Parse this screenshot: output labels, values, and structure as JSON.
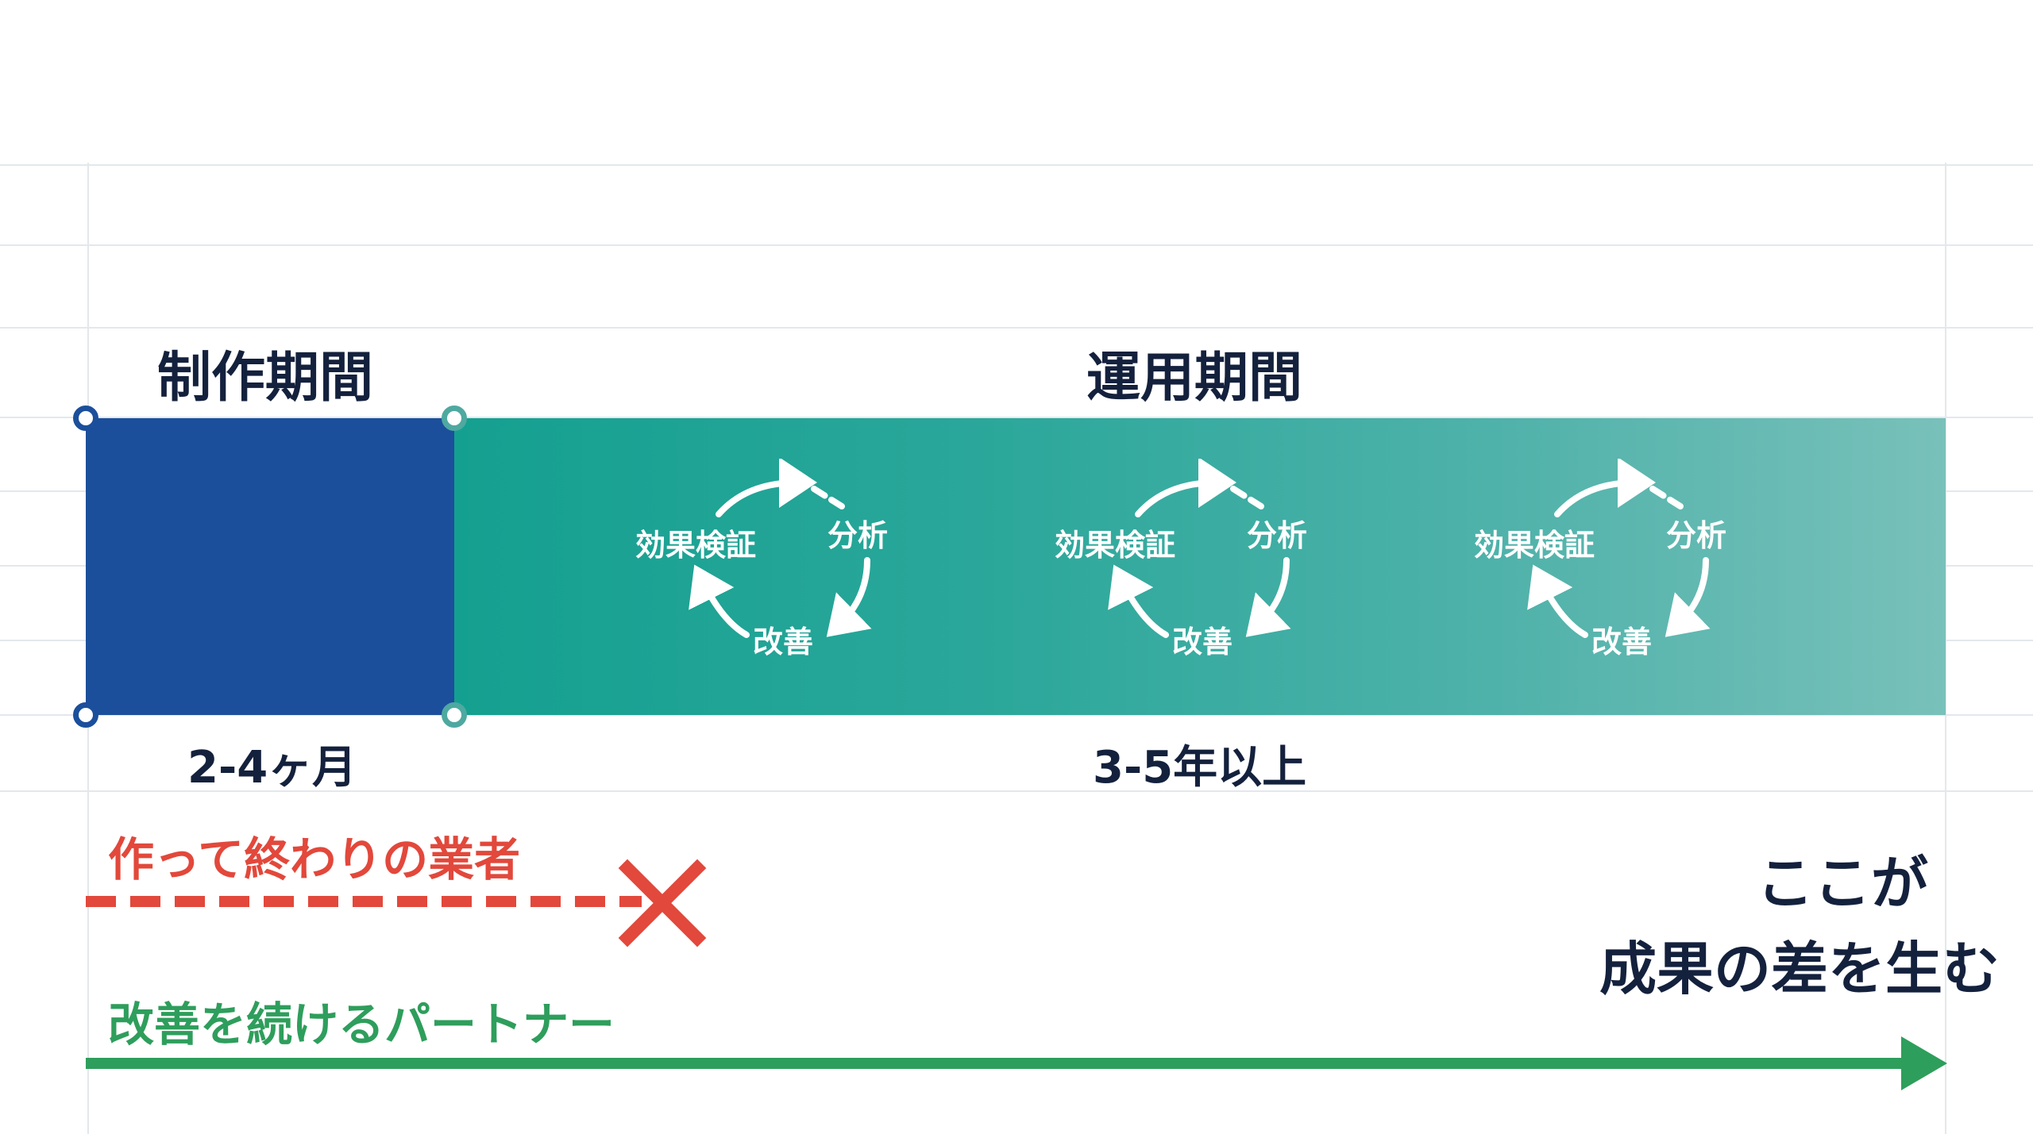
{
  "phases": {
    "production": {
      "title": "制作期間",
      "duration": "2-4ヶ月",
      "color": "#1b4f9c"
    },
    "operation": {
      "title": "運用期間",
      "duration": "3-5年以上",
      "color_start": "#14a090",
      "color_end": "#78c1ba"
    }
  },
  "cycles": [
    {
      "steps": {
        "verify": "効果検証",
        "analyze": "分析",
        "improve": "改善"
      }
    },
    {
      "steps": {
        "verify": "効果検証",
        "analyze": "分析",
        "improve": "改善"
      }
    },
    {
      "steps": {
        "verify": "効果検証",
        "analyze": "分析",
        "improve": "改善"
      }
    }
  ],
  "comparison": {
    "one_off": {
      "label": "作って終わりの業者",
      "color": "#e2483b"
    },
    "partner": {
      "label": "改善を続けるパートナー",
      "color": "#2e9e5c"
    }
  },
  "outcome": {
    "line1": "ここが",
    "line2": "成果の差を生む"
  }
}
